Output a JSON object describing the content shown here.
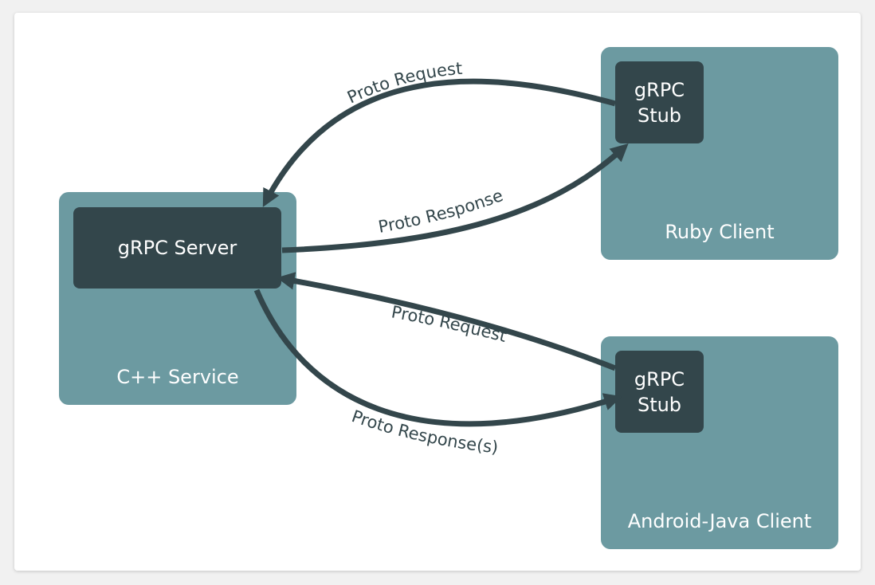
{
  "cpp_service": {
    "label": "C++ Service",
    "inner_label": "gRPC Server"
  },
  "ruby_client": {
    "label": "Ruby Client",
    "stub_line1": "gRPC",
    "stub_line2": "Stub"
  },
  "android_client": {
    "label": "Android-Java Client",
    "stub_line1": "gRPC",
    "stub_line2": "Stub"
  },
  "edges": {
    "ruby_request": "Proto Request",
    "ruby_response": "Proto Response",
    "android_request": "Proto Request",
    "android_response": "Proto Response(s)"
  },
  "colors": {
    "outer_box": "#6c9aa1",
    "inner_box": "#33464b",
    "arrow": "#33464b"
  }
}
